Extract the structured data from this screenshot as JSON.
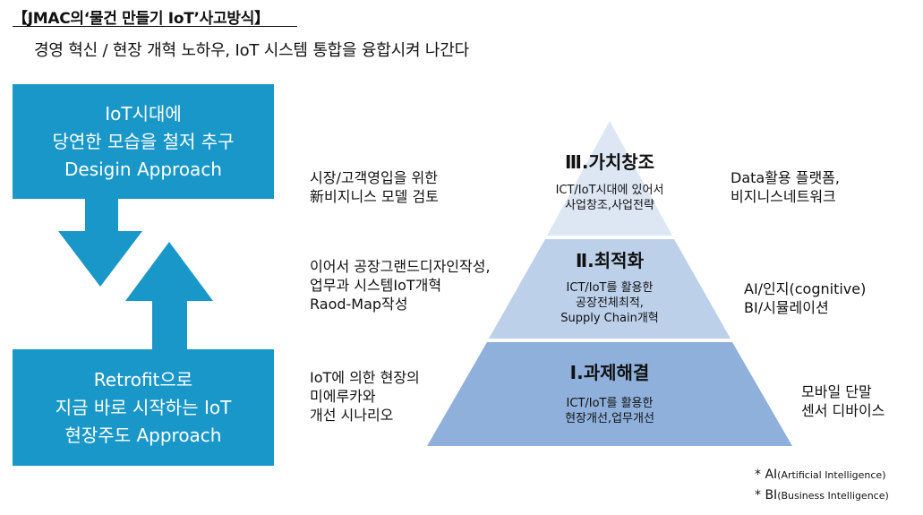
{
  "header": {
    "title": "【JMAC의‘물건 만들기 IoT’사고방식】",
    "subtitle": "경영 혁신 / 현장 개혁 노하우, IoT 시스템 통합을 융합시켜 나간다"
  },
  "left": {
    "top_box": [
      "IoT시대에",
      "당연한 모습을 철저 추구",
      "Desigin Approach"
    ],
    "bottom_box": [
      "Retrofit으로",
      "지금 바로 시작하는 IoT",
      "현장주도 Approach"
    ]
  },
  "pyramid": {
    "tiers": [
      {
        "title": "Ⅲ.가치창조",
        "desc": [
          "ICT/IoT시대에 있어서",
          "사업창조,사업전략"
        ],
        "color": "#dde7f4"
      },
      {
        "title": "Ⅱ.최적화",
        "desc": [
          "ICT/IoT를 활용한",
          "공장전체최적,",
          "Supply Chain개혁"
        ],
        "color": "#bcd0ea"
      },
      {
        "title": "Ⅰ.과제해결",
        "desc": [
          "ICT/IoT를 활용한",
          "현장개선,업무개선"
        ],
        "color": "#8eb0db"
      }
    ]
  },
  "left_notes": [
    [
      "시장/고객영입을 위한",
      "新비지니스 모델 검토"
    ],
    [
      "이어서 공장그랜드디자인작성,",
      "업무과 시스템IoT개혁",
      "Raod-Map작성"
    ],
    [
      "IoT에 의한 현장의",
      "미에루카와",
      "개선 시나리오"
    ]
  ],
  "right_notes": [
    [
      "Data활용 플랫폼,",
      "비지니스네트워크"
    ],
    [
      "AI/인지(cognitive)",
      "BI/시뮬레이션"
    ],
    [
      "모바일 단말",
      "센서 디바이스"
    ]
  ],
  "footnotes": [
    {
      "abbr": "*  AI",
      "full": "(Artificial Intelligence)"
    },
    {
      "abbr": "*  BI",
      "full": "(Business Intelligence)"
    }
  ],
  "colors": {
    "box_blue": "#1a97c9",
    "arrow_blue": "#1a97c9"
  }
}
